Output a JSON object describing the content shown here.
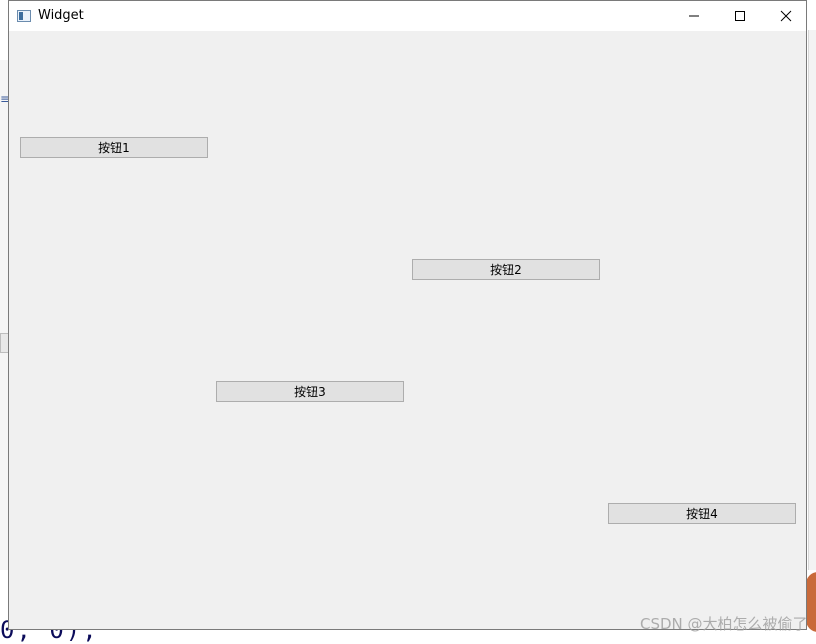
{
  "window": {
    "title": "Widget"
  },
  "buttons": [
    {
      "label": "按钮1"
    },
    {
      "label": "按钮2"
    },
    {
      "label": "按钮3"
    },
    {
      "label": "按钮4"
    }
  ],
  "background": {
    "code_fragment": "0, 0);",
    "watermark": "CSDN @大柏怎么被偷了"
  },
  "icons": {
    "app": "app-window-icon",
    "minimize": "minimize-icon",
    "maximize": "maximize-icon",
    "close": "close-icon"
  }
}
